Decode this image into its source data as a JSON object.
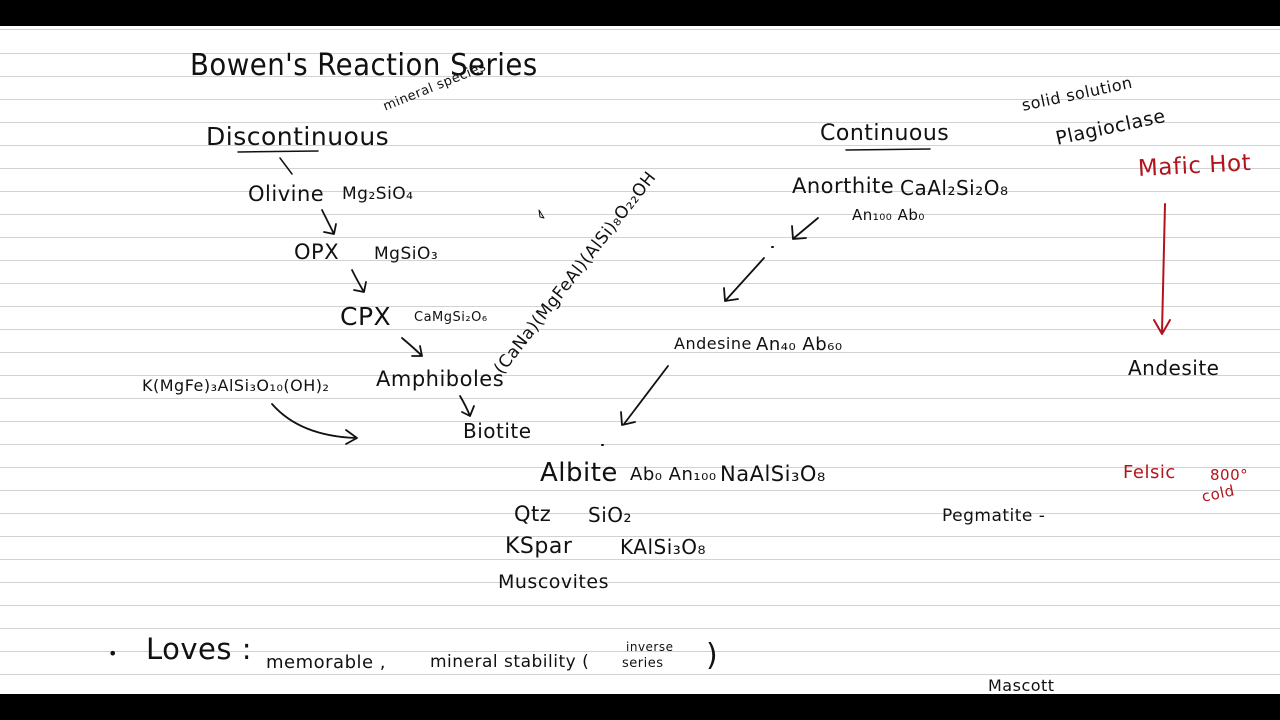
{
  "notes": {
    "title": "Bowen's Reaction Series",
    "mineral_species": "mineral species",
    "discontinuous": {
      "heading": "Discontinuous",
      "olivine": "Olivine",
      "olivine_formula": "Mg₂SiO₄",
      "opx": "OPX",
      "opx_formula": "MgSiO₃",
      "cpx": "CPX",
      "cpx_formula": "CaMgSi₂O₆",
      "amphiboles": "Amphiboles",
      "amphibole_formula": "(CaNa)(MgFeAl)(AlSi)₈O₂₂OH",
      "biotite": "Biotite",
      "biotite_formula": "K(MgFe)₃AlSi₃O₁₀(OH)₂"
    },
    "continuous": {
      "heading": "Continuous",
      "solid_solution": "solid solution",
      "plagioclase": "Plagioclase",
      "anorthite": "Anorthite",
      "anorthite_formula": "CaAl₂Si₂O₈",
      "anorthite_ratio": "An₁₀₀ Ab₀",
      "andesine": "Andesine",
      "andesine_ratio": "An₄₀ Ab₆₀"
    },
    "felsic_end": {
      "albite": "Albite",
      "albite_ratio": "Ab₀ An₁₀₀",
      "albite_formula": "NaAlSi₃O₈",
      "qtz": "Qtz",
      "qtz_formula": "SiO₂",
      "kspar": "KSpar",
      "kspar_formula": "KAlSi₃O₈",
      "muscovite": "Muscovites"
    },
    "temperature_scale": {
      "mafic_hot": "Mafic Hot",
      "andesite": "Andesite",
      "felsic": "Felsic",
      "felsic_temp": "800°",
      "felsic_cold": "cold",
      "pegmatite": "Pegmatite -"
    },
    "loves": {
      "bullet": "•",
      "label": "Loves :",
      "memorable": "memorable ,",
      "stability": "mineral stability (",
      "inverse": "inverse",
      "series": "series",
      "close_paren": ")"
    },
    "footer_word": "Mascott"
  },
  "colors": {
    "ink": "#111111",
    "red_ink": "#b3141c",
    "paper": "#ffffff",
    "rule_line": "#d2d2d2",
    "letterbox": "#000000"
  }
}
